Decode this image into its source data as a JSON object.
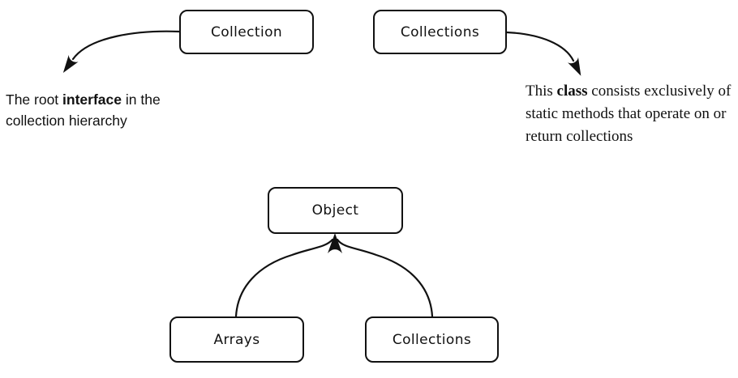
{
  "colors": {
    "stroke": "#111111",
    "box_fill": "#ffffff",
    "background": "#ffffff"
  },
  "boxes": {
    "collection": {
      "label": "Collection"
    },
    "collections_top": {
      "label": "Collections"
    },
    "object": {
      "label": "Object"
    },
    "arrays": {
      "label": "Arrays"
    },
    "collections_bottom": {
      "label": "Collections"
    }
  },
  "notes": {
    "interface_note": {
      "pre": "The root ",
      "bold": "interface",
      "post": " in the collection hierarchy"
    },
    "class_note": {
      "pre": "This ",
      "bold": "class",
      "post": " consists exclusively of static methods that operate on or return collections"
    }
  }
}
